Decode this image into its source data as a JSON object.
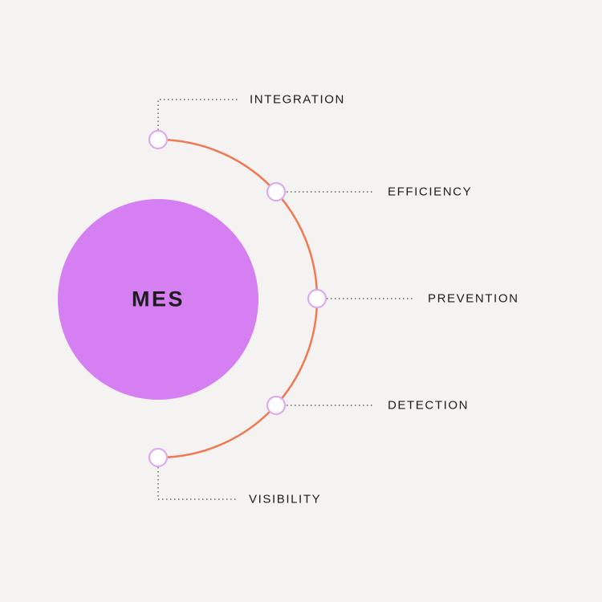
{
  "diagram": {
    "center_label": "MES",
    "items": [
      {
        "label": "INTEGRATION"
      },
      {
        "label": "EFFICIENCY"
      },
      {
        "label": "PREVENTION"
      },
      {
        "label": "DETECTION"
      },
      {
        "label": "VISIBILITY"
      }
    ],
    "colors": {
      "background": "#f5f3f2",
      "circle": "#d57ff2",
      "arc": "#ee7952",
      "node_stroke": "#dcaaf0",
      "node_fill": "#ffffff",
      "connector": "#444444",
      "text": "#1c1c1c"
    }
  }
}
